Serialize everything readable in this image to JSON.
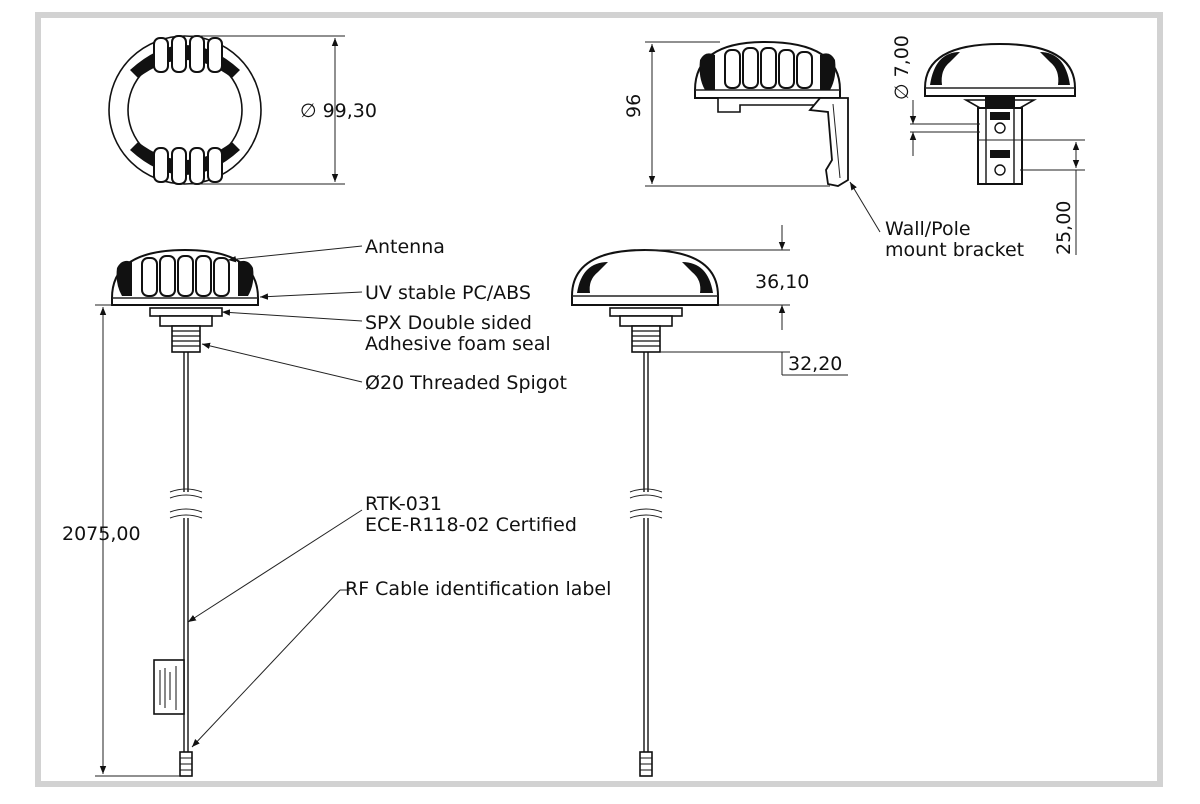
{
  "dimensions": {
    "top_diameter": "∅ 99,30",
    "side_height": "96",
    "bracket_diameter": "∅ 7,00",
    "bracket_depth": "25,00",
    "dome_height": "36,10",
    "spigot_height": "32,20",
    "cable_length": "2075,00"
  },
  "callouts": {
    "antenna": "Antenna",
    "uv_stable": "UV stable PC/ABS",
    "seal_line1": "SPX Double sided",
    "seal_line2": "Adhesive foam seal",
    "spigot": "Ø20 Threaded Spigot",
    "rtk_line1": "RTK-031",
    "rtk_line2": "ECE-R118-02 Certified",
    "rf_label": "RF Cable identification label",
    "bracket_line1": "Wall/Pole",
    "bracket_line2": "mount bracket"
  }
}
